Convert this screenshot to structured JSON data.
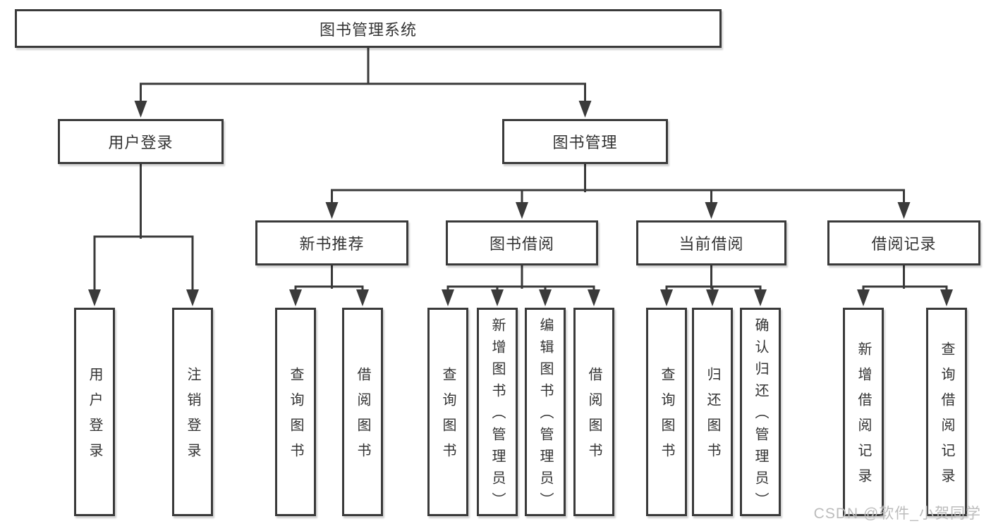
{
  "diagram_title": "图书管理系统",
  "tree": {
    "root": "图书管理系统",
    "user_login": {
      "label": "用户登录",
      "children": [
        "用户登录",
        "注销登录"
      ]
    },
    "book_mgmt": {
      "label": "图书管理",
      "sections": [
        {
          "label": "新书推荐",
          "children": [
            "查询图书",
            "借阅图书"
          ]
        },
        {
          "label": "图书借阅",
          "children": [
            "查询图书",
            "新增图书（管理员）",
            "编辑图书（管理员）",
            "借阅图书"
          ]
        },
        {
          "label": "当前借阅",
          "children": [
            "查询图书",
            "归还图书",
            "确认归还（管理员）"
          ]
        },
        {
          "label": "借阅记录",
          "children": [
            "新增借阅记录",
            "查询借阅记录"
          ]
        }
      ]
    }
  },
  "watermark": {
    "text": "CSDN @软件_小贺同学"
  },
  "colors": {
    "line": "#3a3a3a",
    "text": "#333333",
    "box_background": "#ffffff",
    "watermark": "#bcbcbc",
    "page_background": "#ffffff"
  }
}
